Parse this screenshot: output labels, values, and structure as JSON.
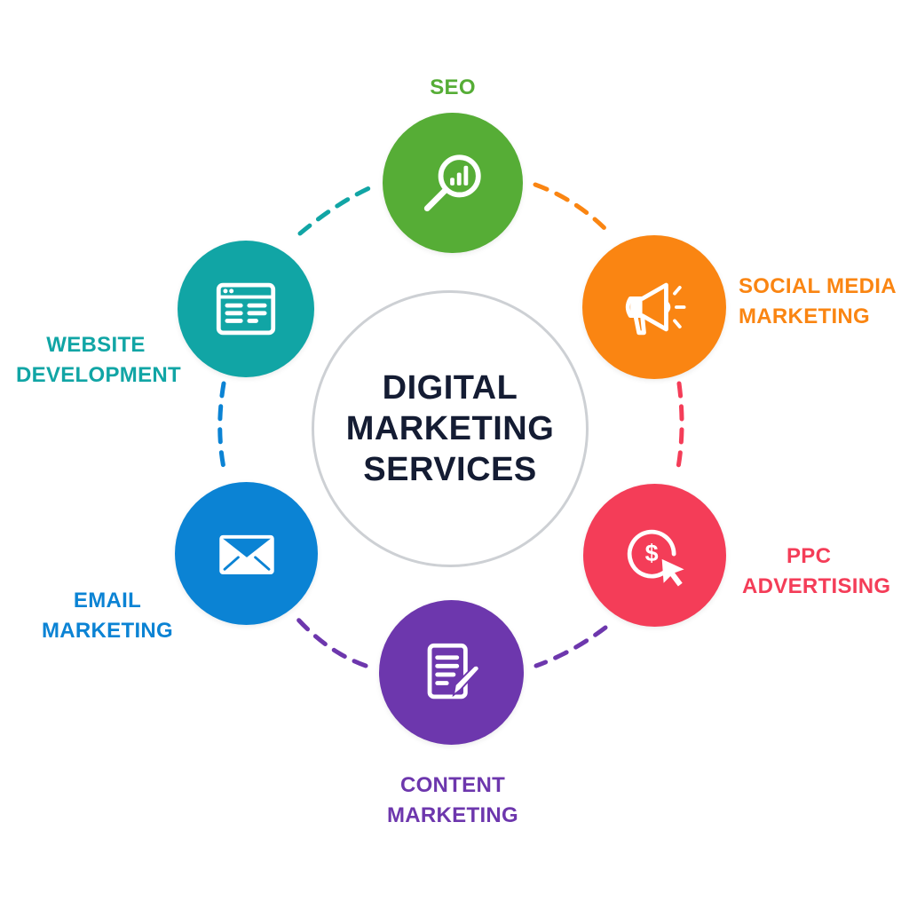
{
  "hub": {
    "title_lines": [
      "DIGITAL",
      "MARKETING",
      "SERVICES"
    ],
    "text_color": "#141c33",
    "ring_color": "#cdd0d4"
  },
  "services": [
    {
      "id": "seo",
      "label_lines": [
        "SEO"
      ],
      "icon": "magnifier-chart-icon",
      "color": "#56ad36"
    },
    {
      "id": "social",
      "label_lines": [
        "SOCIAL MEDIA",
        "MARKETING"
      ],
      "icon": "megaphone-icon",
      "color": "#fa8512"
    },
    {
      "id": "ppc",
      "label_lines": [
        "PPC",
        "ADVERTISING"
      ],
      "icon": "dollar-cursor-icon",
      "color": "#f43d58"
    },
    {
      "id": "content",
      "label_lines": [
        "CONTENT",
        "MARKETING"
      ],
      "icon": "document-pen-icon",
      "color": "#6d37ad"
    },
    {
      "id": "email",
      "label_lines": [
        "EMAIL",
        "MARKETING"
      ],
      "icon": "envelope-icon",
      "color": "#0b83d4"
    },
    {
      "id": "website",
      "label_lines": [
        "WEBSITE",
        "DEVELOPMENT"
      ],
      "icon": "browser-window-icon",
      "color": "#11a5a5"
    }
  ],
  "connectors": [
    {
      "from": "website",
      "to": "seo",
      "color": "#11a5a5"
    },
    {
      "from": "seo",
      "to": "social",
      "color": "#fa8512"
    },
    {
      "from": "social",
      "to": "ppc",
      "color": "#f43d58"
    },
    {
      "from": "ppc",
      "to": "content",
      "color": "#6d37ad"
    },
    {
      "from": "content",
      "to": "email",
      "color": "#6d37ad"
    },
    {
      "from": "email",
      "to": "website",
      "color": "#0b83d4"
    }
  ]
}
